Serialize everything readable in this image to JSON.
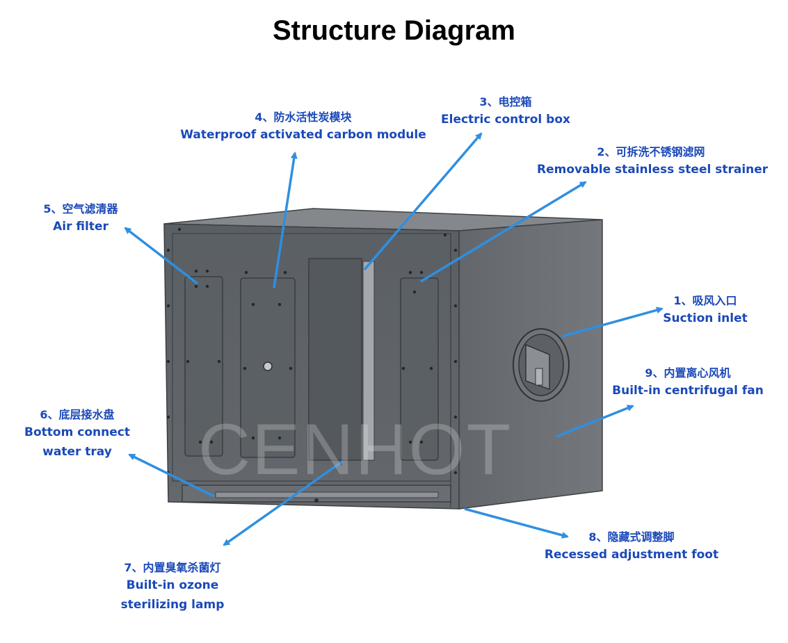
{
  "title": "Structure Diagram",
  "watermark": "CENHOT",
  "colors": {
    "label_text": "#1a49b8",
    "arrow": "#2f8fe0",
    "cabinet_front": "#5d6267",
    "cabinet_side": "#6c7076",
    "cabinet_top": "#84888d"
  },
  "parts": [
    {
      "id": "1",
      "cn": "1、吸风入口",
      "en": "Suction inlet",
      "en2": ""
    },
    {
      "id": "2",
      "cn": "2、可拆洗不锈钢滤网",
      "en": "Removable stainless steel strainer",
      "en2": ""
    },
    {
      "id": "3",
      "cn": "3、电控箱",
      "en": "Electric control box",
      "en2": ""
    },
    {
      "id": "4",
      "cn": "4、防水活性炭模块",
      "en": "Waterproof activated carbon module",
      "en2": ""
    },
    {
      "id": "5",
      "cn": "5、空气滤清器",
      "en": "Air filter",
      "en2": ""
    },
    {
      "id": "6",
      "cn": "6、底层接水盘",
      "en": "Bottom connect",
      "en2": "water tray"
    },
    {
      "id": "7",
      "cn": "7、内置臭氧杀菌灯",
      "en": "Built-in ozone",
      "en2": "sterilizing lamp"
    },
    {
      "id": "8",
      "cn": "8、隐藏式调整脚",
      "en": "Recessed adjustment foot",
      "en2": ""
    },
    {
      "id": "9",
      "cn": "9、内置离心风机",
      "en": "Built-in centrifugal fan",
      "en2": ""
    }
  ]
}
